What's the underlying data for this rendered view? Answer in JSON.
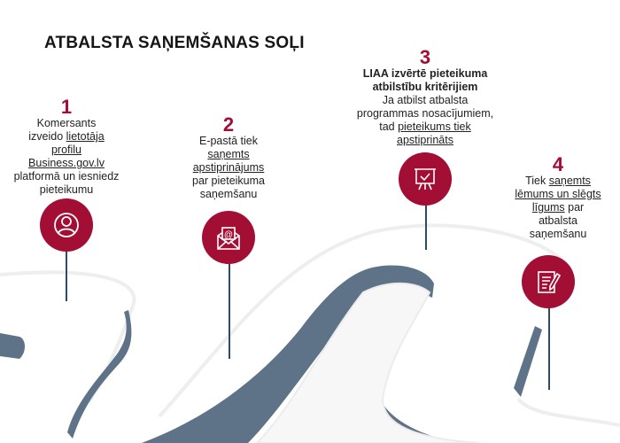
{
  "title": "ATBALSTA SAŅEMŠANAS SOĻI",
  "colors": {
    "accent": "#a30e34",
    "road_shadow": "#5e7387",
    "stem": "#2d4a66"
  },
  "steps": [
    {
      "number": "1",
      "icon": "user-icon",
      "lines": [
        {
          "text": "Komersants",
          "underline": false
        },
        {
          "prefix": "izveido ",
          "text": "lietotāja",
          "underline": true
        },
        {
          "text": "profilu",
          "underline": true
        },
        {
          "text": "Business.gov.lv",
          "underline": true
        },
        {
          "text": "platformā un iesniedz",
          "underline": false
        },
        {
          "text": "pieteikumu",
          "underline": false
        }
      ]
    },
    {
      "number": "2",
      "icon": "email-icon",
      "lines": [
        {
          "text": "E-pastā tiek",
          "underline": false
        },
        {
          "text": "saņemts",
          "underline": true
        },
        {
          "text": "apstiprinājums",
          "underline": true
        },
        {
          "text": "par pieteikuma",
          "underline": false
        },
        {
          "text": "saņemšanu",
          "underline": false
        }
      ]
    },
    {
      "number": "3",
      "icon": "presentation-check-icon",
      "heading": [
        "LIAA izvērtē pieteikuma",
        "atbilstību kritērijiem"
      ],
      "lines": [
        {
          "text": "Ja atbilst atbalsta",
          "underline": false
        },
        {
          "text": "programmas nosacījumiem,",
          "underline": false
        },
        {
          "prefix": "tad ",
          "text": "pieteikums tiek",
          "underline": true
        },
        {
          "text": "apstiprināts",
          "underline": true
        }
      ]
    },
    {
      "number": "4",
      "icon": "contract-sign-icon",
      "lines": [
        {
          "prefix": "Tiek ",
          "text": "saņemts",
          "underline": true
        },
        {
          "text": "lēmums un slēgts",
          "underline": true
        },
        {
          "text": "līgums",
          "underline": true,
          "suffix": " par"
        },
        {
          "text": "atbalsta",
          "underline": false
        },
        {
          "text": "saņemšanu",
          "underline": false
        }
      ]
    }
  ]
}
